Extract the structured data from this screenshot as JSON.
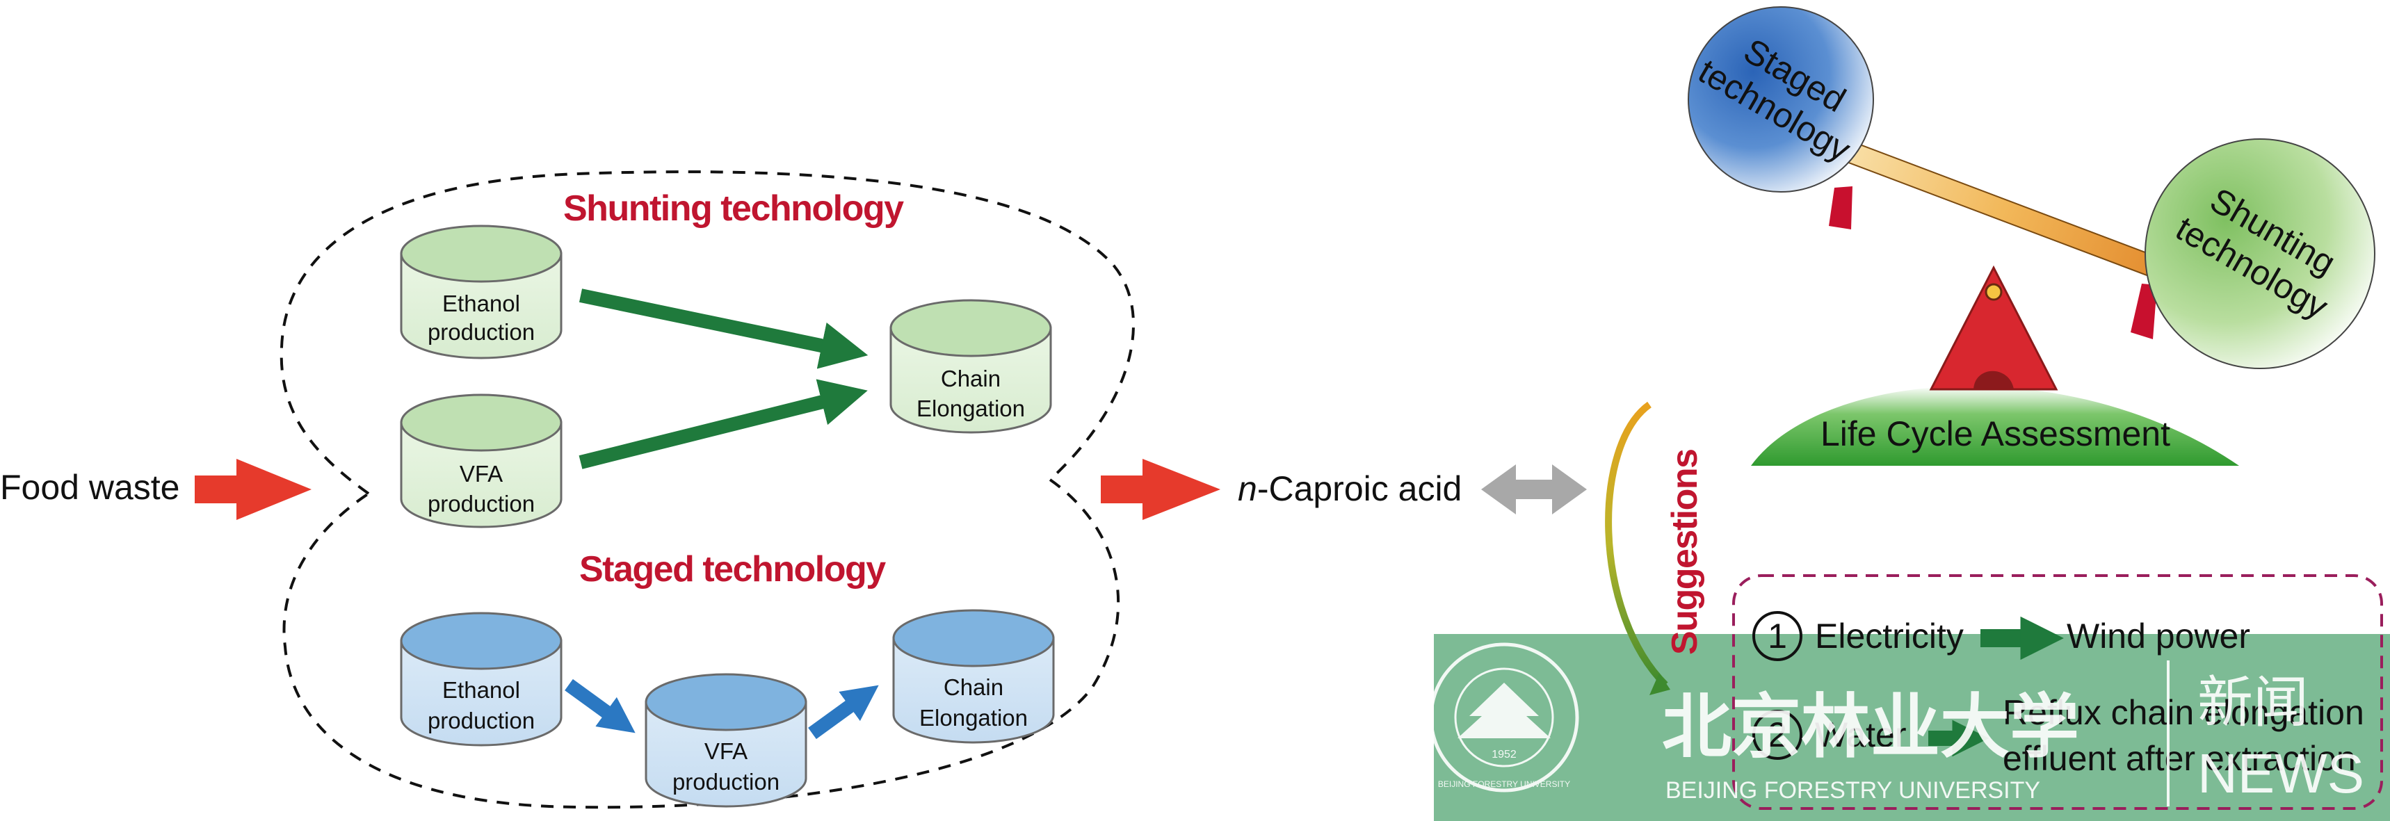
{
  "colors": {
    "red_arrow": "#e63a2c",
    "green_arrow": "#1f7a3c",
    "blue_arrow": "#2b78c2",
    "title_red": "#c0152f",
    "green_vessel": "#bfe0b2",
    "blue_vessel": "#7fb3df",
    "hill_green": "#3ea53f",
    "banner_green": "#7dbb95",
    "dashed_box": "#9a1e5c"
  },
  "input": {
    "label": "Food waste"
  },
  "shunting": {
    "title": "Shunting technology",
    "ethanol": [
      "Ethanol",
      "production"
    ],
    "vfa": [
      "VFA",
      "production"
    ],
    "chain": [
      "Chain",
      "Elongation"
    ]
  },
  "staged": {
    "title": "Staged technology",
    "ethanol": [
      "Ethanol",
      "production"
    ],
    "vfa": [
      "VFA",
      "production"
    ],
    "chain": [
      "Chain",
      "Elongation"
    ]
  },
  "product": {
    "prefix": "n",
    "rest": "-Caproic acid"
  },
  "lca": {
    "label": "Life Cycle Assessment",
    "left_ball": [
      "Staged",
      "technology"
    ],
    "right_ball": [
      "Shunting",
      "technology"
    ]
  },
  "suggestions": {
    "title": "Suggestions",
    "item1": {
      "number": "1",
      "from": "Electricity",
      "to": "Wind power"
    },
    "item2": {
      "number": "2",
      "from": "Water",
      "to": [
        "Reflux chain elongation",
        "effluent after extraction"
      ]
    }
  },
  "watermark": {
    "university_cn": "北京林业大学",
    "university_en": "BEIJING FORESTRY UNIVERSITY",
    "seal_text": "BEIJING FORESTRY UNIVERSITY",
    "seal_year": "1952",
    "news_cn": "新闻",
    "news_en": "NEWS"
  }
}
